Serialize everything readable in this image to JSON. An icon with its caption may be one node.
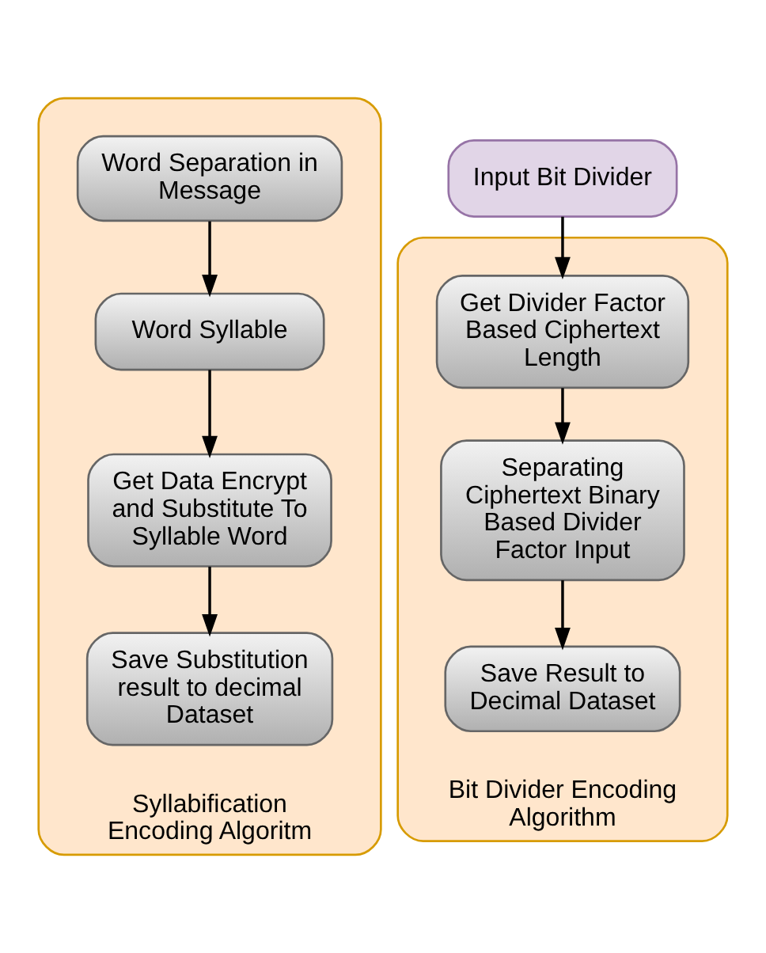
{
  "diagram": {
    "nodes": [
      {
        "text": [
          "Syllabification Encoding Algoritm"
        ]
      },
      {
        "text": [
          "Word Separation in Message"
        ],
        "in": 0
      },
      {
        "text": [
          "Word Syllable"
        ],
        "in": 0
      },
      {
        "text": [
          "Get Data Encrypt and Substitute To Syllable Word"
        ],
        "in": 0
      },
      {
        "text": [
          "Save Substitution result to decimal Dataset"
        ],
        "in": 0
      },
      {
        "text": [
          "Input Bit Divider"
        ]
      },
      {
        "text": [
          "Bit Divider Encoding Algorithm"
        ]
      },
      {
        "text": [
          "Get Divider Factor Based Ciphertext Length"
        ],
        "in": 6
      },
      {
        "text": [
          "Separating Ciphertext Binary Based Divider Factor Input"
        ],
        "in": 6
      },
      {
        "text": [
          "Save Result to Decimal Dataset"
        ],
        "in": 6
      }
    ],
    "edges": [
      {
        "from": 1,
        "to": 2,
        "arrow": "to"
      },
      {
        "from": 2,
        "to": 3,
        "arrow": "to"
      },
      {
        "from": 3,
        "to": 4,
        "arrow": "to"
      },
      {
        "from": 5,
        "to": 7,
        "arrow": "to"
      },
      {
        "from": 7,
        "to": 8,
        "arrow": "to"
      },
      {
        "from": 8,
        "to": 9,
        "arrow": "to"
      }
    ]
  }
}
